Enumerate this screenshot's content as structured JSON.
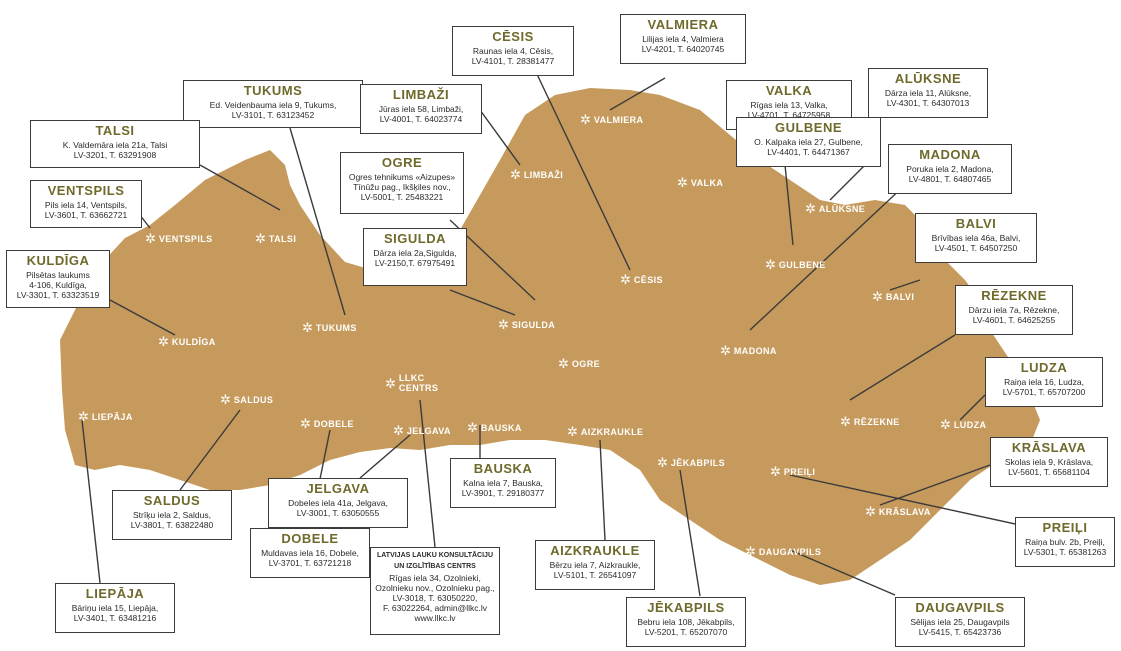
{
  "map": {
    "land_color": "#c69a5c",
    "box_border_color": "#3b3b3b",
    "title_color": "#6f6a2c",
    "marker_icon": "star-flower-icon"
  },
  "towns": {
    "ventspils": "VENTSPILS",
    "talsi": "TALSI",
    "kuldiga": "KULDĪGA",
    "tukums": "TUKUMS",
    "liepaja": "LIEPĀJA",
    "saldus": "SALDUS",
    "dobele": "DOBELE",
    "jelgava": "JELGAVA",
    "llkc_line1": "LLKC",
    "llkc_line2": "CENTRS",
    "bauska": "BAUSKA",
    "limbazi": "LIMBAŽI",
    "sigulda": "SIGULDA",
    "ogre": "OGRE",
    "cesis": "CĒSIS",
    "valmiera": "VALMIERA",
    "valka": "VALKA",
    "aluksne": "ALŪKSNE",
    "gulbene": "GULBENE",
    "balvi": "BALVI",
    "madona": "MADONA",
    "aizkraukle": "AIZKRAUKLE",
    "jekabpils": "JĒKABPILS",
    "rezekne": "RĒZEKNE",
    "ludza": "LUDZA",
    "preili": "PREIĻI",
    "daugavpils": "DAUGAVPILS",
    "kraslava": "KRĀSLAVA"
  },
  "boxes": {
    "tukums": {
      "title": "TUKUMS",
      "line1": "Ed. Veidenbauma iela 9, Tukums,",
      "line2": "LV-3101, T. 63123452"
    },
    "talsi": {
      "title": "TALSI",
      "line1": "K. Valdemāra iela 21a, Talsi",
      "line2": "LV-3201, T. 63291908"
    },
    "ventspils": {
      "title": "VENTSPILS",
      "line1": "Pils iela 14, Ventspils,",
      "line2": "LV-3601, T. 63662721"
    },
    "kuldiga": {
      "title": "KULDĪGA",
      "line1": "Pilsētas laukums",
      "line2": "4-106, Kuldīga,",
      "line3": "LV-3301, T. 63323519"
    },
    "limbazi": {
      "title": "LIMBAŽI",
      "line1": "Jūras iela 58, Limbaži,",
      "line2": "LV-4001, T. 64023774"
    },
    "cesis": {
      "title": "CĒSIS",
      "line1": "Raunas iela 4, Cēsis,",
      "line2": "LV-4101, T. 28381477"
    },
    "valmiera": {
      "title": "VALMIERA",
      "line1": "Lilijas iela 4, Valmiera",
      "line2": "LV-4201, T. 64020745"
    },
    "valka": {
      "title": "VALKA",
      "line1": "Rīgas iela 13, Valka,",
      "line2": "LV-4701, T. 64725958"
    },
    "aluksne": {
      "title": "ALŪKSNE",
      "line1": "Dārza iela 11, Alūksne,",
      "line2": "LV-4301, T. 64307013"
    },
    "gulbene": {
      "title": "GULBENE",
      "line1": "O. Kalpaka iela 27, Gulbene,",
      "line2": "LV-4401, T. 64471367"
    },
    "madona": {
      "title": "MADONA",
      "line1": "Poruka iela 2, Madona,",
      "line2": "LV-4801, T. 64807465"
    },
    "ogre": {
      "title": "OGRE",
      "line1": "Ogres tehnikums «Aizupes»",
      "line2": "Tīnūžu pag., Ikšķiles nov.,",
      "line3": "LV-5001, T. 25483221"
    },
    "sigulda": {
      "title": "SIGULDA",
      "line1": "Dārza iela 2a,Sigulda,",
      "line2": "LV-2150,T. 67975491"
    },
    "balvi": {
      "title": "BALVI",
      "line1": "Brīvības iela 46a, Balvi,",
      "line2": "LV-4501, T. 64507250"
    },
    "rezekne": {
      "title": "RĒZEKNE",
      "line1": "Dārzu iela 7a, Rēzekne,",
      "line2": "LV-4601, T. 64625255"
    },
    "ludza": {
      "title": "LUDZA",
      "line1": "Raiņa iela 16, Ludza,",
      "line2": "LV-5701, T. 65707200"
    },
    "kraslava": {
      "title": "KRĀSLAVA",
      "line1": "Skolas iela 9, Krāslava,",
      "line2": "LV-5601, T. 65681104"
    },
    "preili": {
      "title": "PREIĻI",
      "line1": "Raiņa bulv. 2b, Preiļi,",
      "line2": "LV-5301, T. 65381263"
    },
    "daugavpils": {
      "title": "DAUGAVPILS",
      "line1": "Sēlijas iela 25, Daugavpils",
      "line2": "LV-5415, T. 65423736"
    },
    "jekabpils": {
      "title": "JĒKABPILS",
      "line1": "Bebru iela 108, Jēkabpils,",
      "line2": "LV-5201, T. 65207070"
    },
    "aizkraukle": {
      "title": "AIZKRAUKLE",
      "line1": "Bērzu iela 7, Aizkraukle,",
      "line2": "LV-5101, T. 26541097"
    },
    "bauska": {
      "title": "BAUSKA",
      "line1": "Kalna iela 7, Bauska,",
      "line2": "LV-3901, T. 29180377"
    },
    "jelgava": {
      "title": "JELGAVA",
      "line1": "Dobeles iela 41a, Jelgava,",
      "line2": "LV-3001, T. 63050555"
    },
    "dobele": {
      "title": "DOBELE",
      "line1": "Muldavas iela 16, Dobele,",
      "line2": "LV-3701, T. 63721218"
    },
    "saldus": {
      "title": "SALDUS",
      "line1": "Strīķu iela 2, Saldus,",
      "line2": "LV-3801, T. 63822480"
    },
    "liepaja": {
      "title": "LIEPĀJA",
      "line1": "Bāriņu iela 15, Liepāja,",
      "line2": "LV-3401, T. 63481216"
    },
    "llkc": {
      "title1": "LATVIJAS LAUKU KONSULTĀCIJU",
      "title2": "UN IZGLĪTĪBAS CENTRS",
      "line1": "Rīgas iela 34, Ozolnieki,",
      "line2": "Ozolnieku nov., Ozolnieku pag.,",
      "line3": "LV-3018, T. 63050220,",
      "line4": "F. 63022264, admin@llkc.lv",
      "line5": "www.llkc.lv"
    }
  }
}
